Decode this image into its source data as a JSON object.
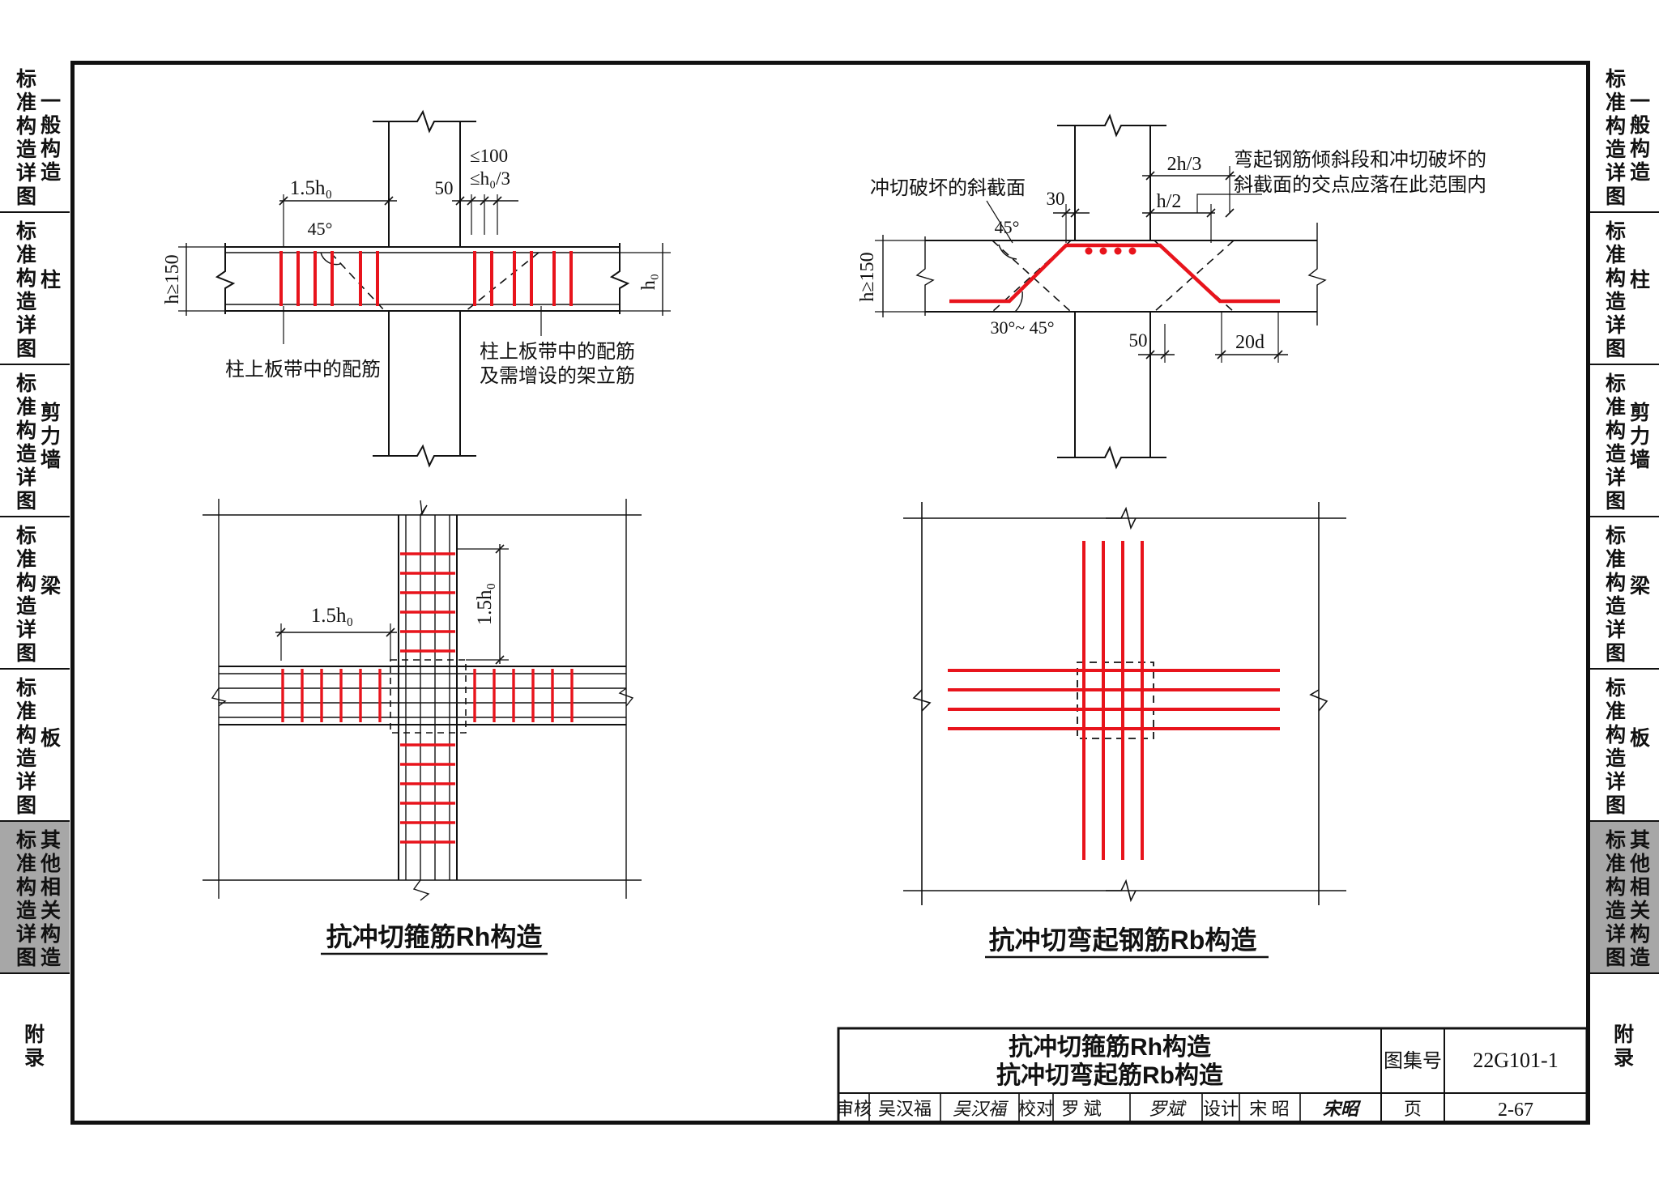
{
  "sidebar": {
    "sections": [
      {
        "col_a": "标准构造详图",
        "col_b": "一般构造",
        "active": false
      },
      {
        "col_a": "标准构造详图",
        "col_b": "柱",
        "active": false
      },
      {
        "col_a": "标准构造详图",
        "col_b": "剪力墙",
        "active": false
      },
      {
        "col_a": "标准构造详图",
        "col_b": "梁",
        "active": false
      },
      {
        "col_a": "标准构造详图",
        "col_b": "板",
        "active": false
      },
      {
        "col_a": "标准构造详图",
        "col_b": "其他相关构造",
        "active": true
      },
      {
        "single": "附录",
        "active": false
      }
    ]
  },
  "left_section": {
    "dim_15h0": "1.5h₀",
    "dim_50": "50",
    "dim_le100": "≤100",
    "dim_leh0_3": "≤h₀/3",
    "angle_45": "45°",
    "dim_h150": "h≥150",
    "dim_h0": "h₀",
    "label_left": "柱上板带中的配筋",
    "label_right_1": "柱上板带中的配筋",
    "label_right_2": "及需增设的架立筋"
  },
  "left_plan": {
    "dim_15h0_h": "1.5h₀",
    "dim_15h0_v": "1.5h₀"
  },
  "left_caption": "抗冲切箍筋Rh构造",
  "right_section": {
    "label_punch": "冲切破坏的斜截面",
    "dim_30": "30",
    "angle_45": "45°",
    "dim_2h3": "2h/3",
    "dim_h2": "h/2",
    "note_1": "弯起钢筋倾斜段和冲切破坏的",
    "note_2": "斜截面的交点应落在此范围内",
    "dim_h150": "h≥150",
    "angle_range": "30°~ 45°",
    "dim_50": "50",
    "dim_20d": "20d"
  },
  "right_caption": "抗冲切弯起钢筋Rb构造",
  "title_block": {
    "title_1": "抗冲切箍筋Rh构造",
    "title_2": "抗冲切弯起筋Rb构造",
    "atlas_label": "图集号",
    "atlas_no": "22G101-1",
    "review_label": "审核",
    "review_name": "吴汉福",
    "review_sign": "吴汉福",
    "check_label": "校对",
    "check_name": "罗 斌",
    "check_sign": "罗斌",
    "design_label": "设计",
    "design_name": "宋 昭",
    "design_sign": "宋昭",
    "page_label": "页",
    "page_no": "2-67"
  },
  "colors": {
    "rebar": "#e8141c",
    "line": "#111111",
    "active_tab": "#a7a7a7"
  }
}
